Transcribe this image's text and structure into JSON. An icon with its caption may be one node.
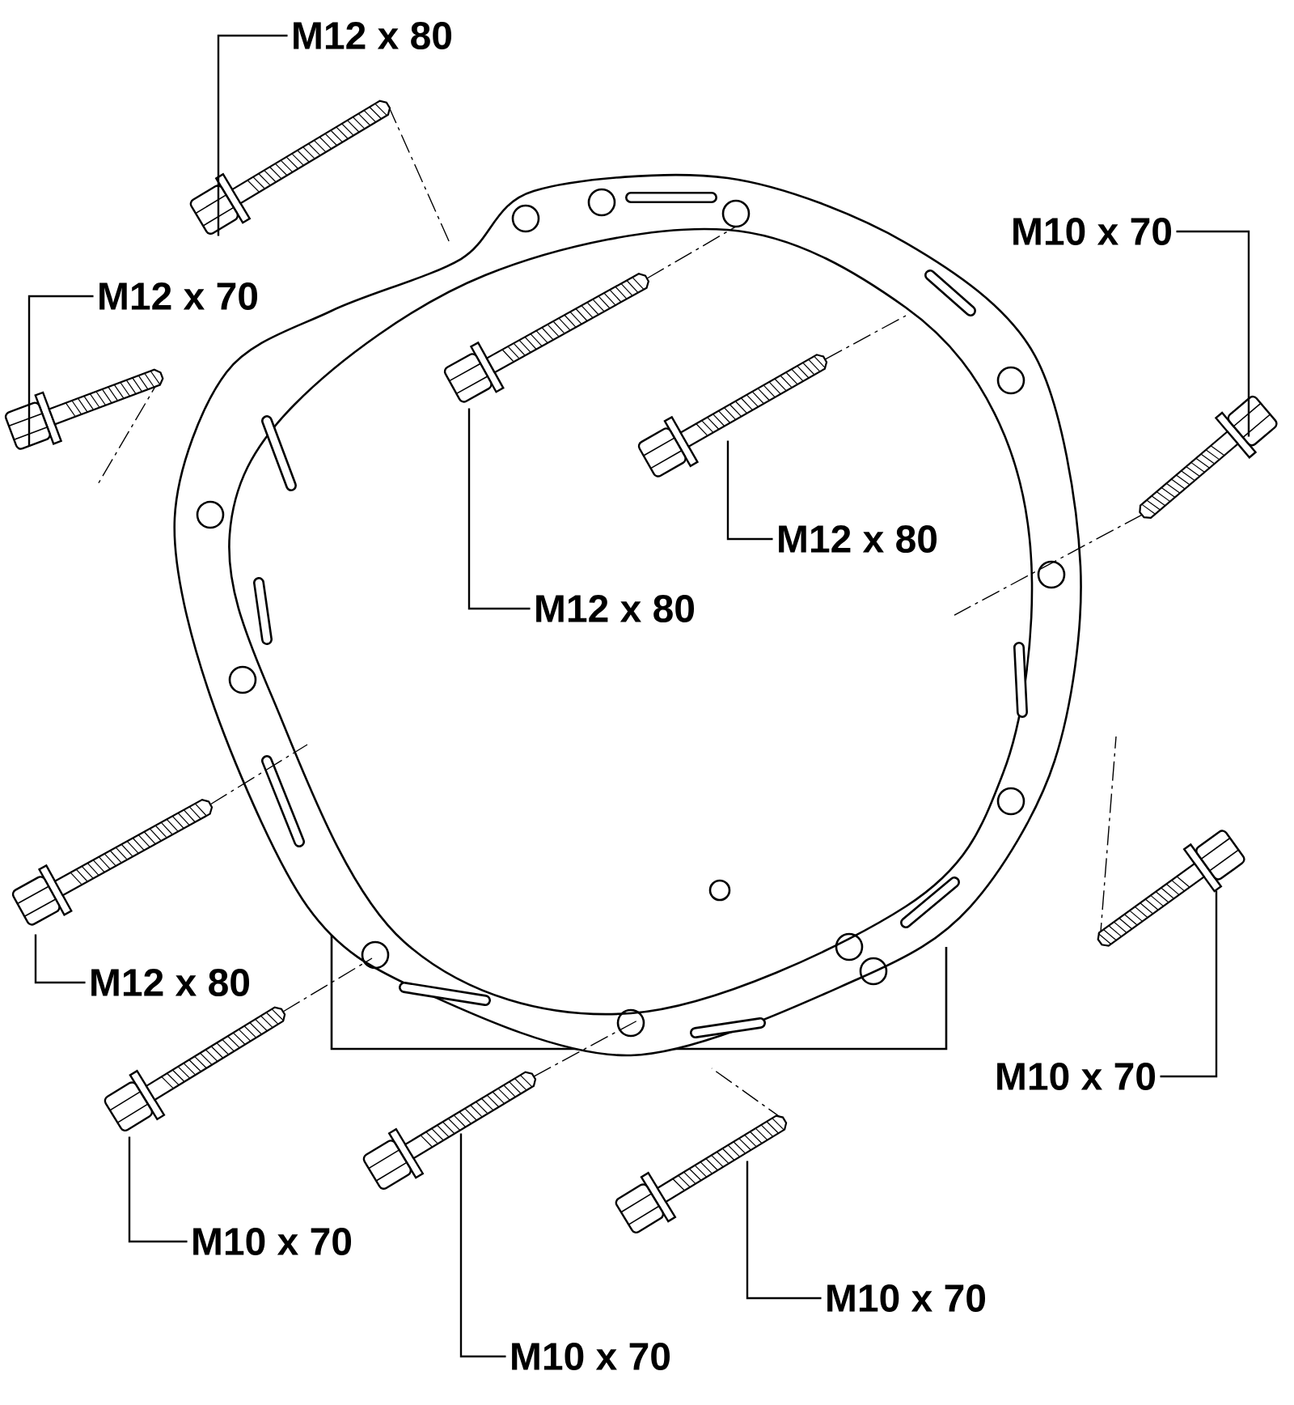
{
  "diagram": {
    "nodes": [
      {
        "text": [
          "M12 x 80"
        ]
      },
      {
        "text": [
          "M10 x 70"
        ]
      },
      {
        "text": [
          "M12 x 70"
        ]
      },
      {
        "text": [
          "M12 x 80"
        ]
      },
      {
        "text": [
          "M12 x 80"
        ]
      },
      {
        "text": [
          "M12 x 80"
        ]
      },
      {
        "text": [
          "M10 x 70"
        ]
      },
      {
        "text": [
          "M10 x 70"
        ]
      },
      {
        "text": [
          "M10 x 70"
        ]
      },
      {
        "text": [
          "M10 x 70"
        ]
      },
      {
        "text": [],
        "shape": "picture"
      },
      {
        "text": [],
        "shape": "picture"
      },
      {
        "text": [],
        "shape": "picture"
      },
      {
        "text": [],
        "shape": "picture"
      },
      {
        "text": [],
        "shape": "picture"
      },
      {
        "text": [],
        "shape": "picture"
      },
      {
        "text": [],
        "shape": "picture"
      },
      {
        "text": [],
        "shape": "picture"
      },
      {
        "text": [],
        "shape": "picture"
      },
      {
        "text": [],
        "shape": "picture"
      }
    ],
    "edges": [
      {
        "from": 0,
        "to": 10,
        "arrow": "none"
      },
      {
        "from": 1,
        "to": 11,
        "arrow": "none"
      },
      {
        "from": 2,
        "to": 12,
        "arrow": "none"
      },
      {
        "from": 3,
        "to": 13,
        "arrow": "none"
      },
      {
        "from": 4,
        "to": 14,
        "arrow": "none"
      },
      {
        "from": 5,
        "to": 15,
        "arrow": "none"
      },
      {
        "from": 6,
        "to": 16,
        "arrow": "none"
      },
      {
        "from": 7,
        "to": 17,
        "arrow": "none"
      },
      {
        "from": 8,
        "to": 18,
        "arrow": "none"
      },
      {
        "from": 9,
        "to": 19,
        "arrow": "none"
      }
    ]
  }
}
